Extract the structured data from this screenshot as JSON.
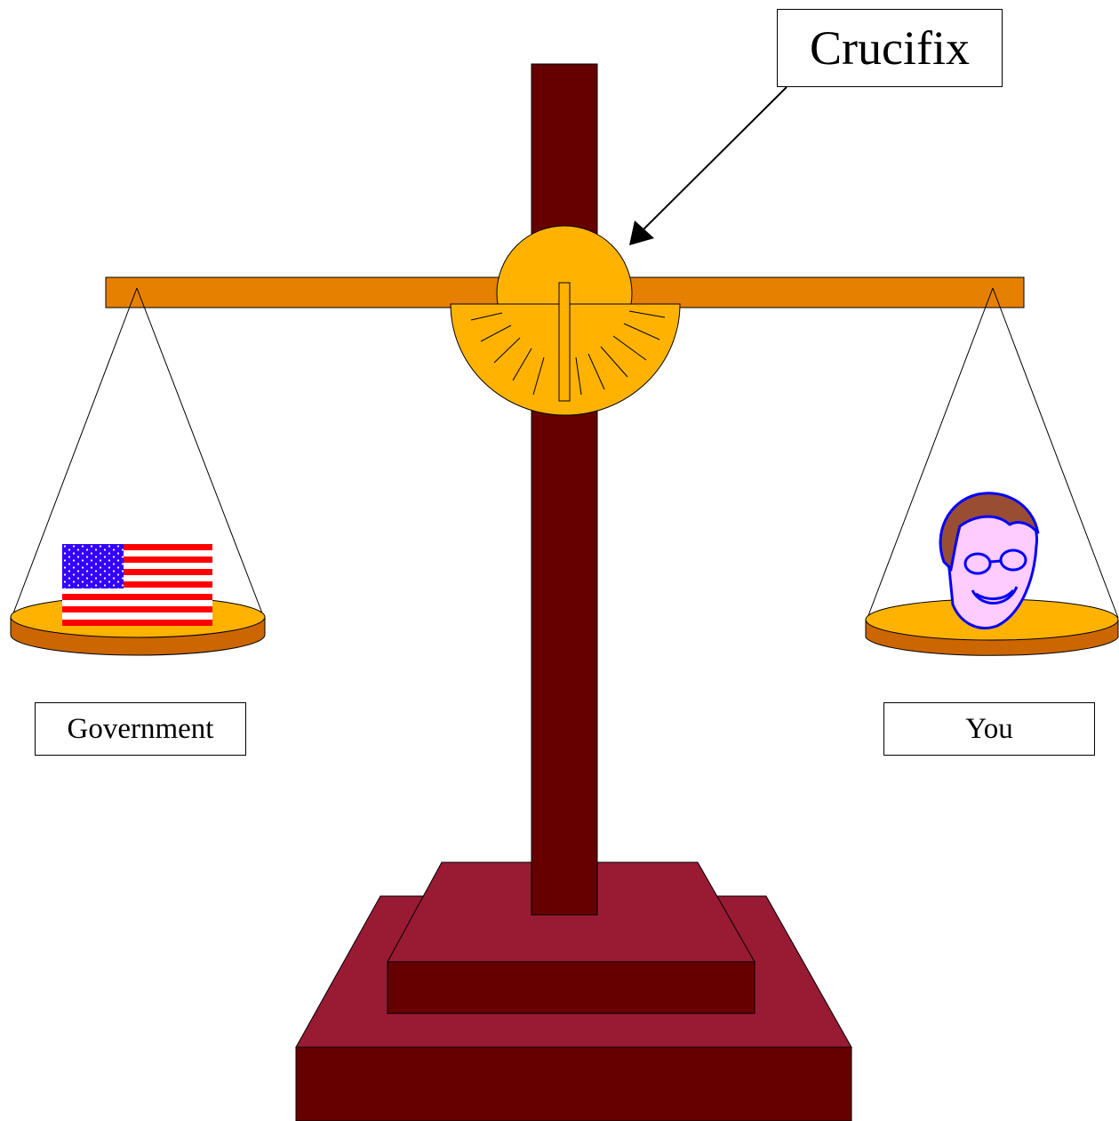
{
  "callout": {
    "text": "Crucifix"
  },
  "left_pan": {
    "label": "Government",
    "item": "us-flag"
  },
  "right_pan": {
    "label": "You",
    "item": "smiling-man-head"
  },
  "colors": {
    "post": "#660000",
    "base_top": "#991a33",
    "base_front": "#660000",
    "beam": "#e68000",
    "pivot": "#ffb300",
    "pan_top": "#ffb300",
    "pan_rim": "#cc6600",
    "flag_red": "#ff0000",
    "flag_blue": "#3300ff",
    "face": "#ffccff",
    "hair": "#994d33",
    "outline": "#0000ff"
  }
}
